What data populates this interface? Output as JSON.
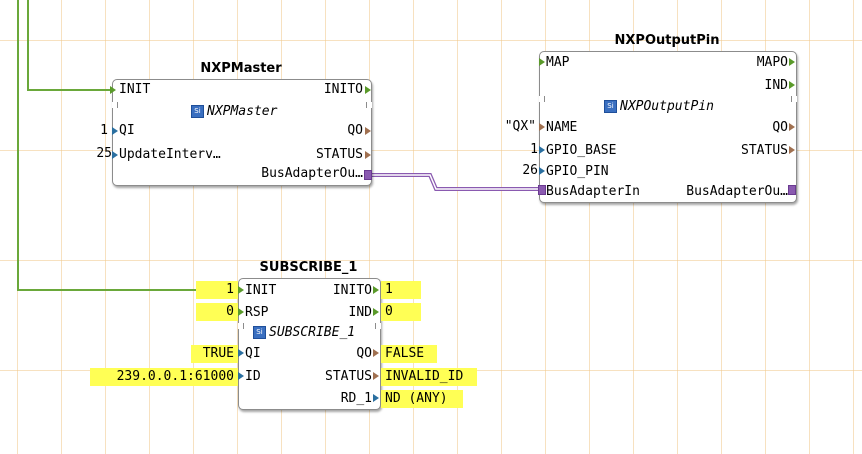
{
  "blocks": {
    "nxp_master": {
      "title": "NXPMaster",
      "type": "NXPMaster",
      "inputs": {
        "init": "INIT",
        "qi": "QI",
        "update_interval": "UpdateInterv…"
      },
      "outputs": {
        "inito": "INITO",
        "qo": "QO",
        "status": "STATUS",
        "bus_adapter_out": "BusAdapterOu…"
      },
      "constants": {
        "qi": "1",
        "update_interval": "25"
      }
    },
    "nxp_output_pin": {
      "title": "NXPOutputPin",
      "type": "NXPOutputPin",
      "inputs": {
        "map": "MAP",
        "name": "NAME",
        "gpio_base": "GPIO_BASE",
        "gpio_pin": "GPIO_PIN",
        "bus_adapter_in": "BusAdapterIn"
      },
      "outputs": {
        "mapo": "MAPO",
        "ind": "IND",
        "qo": "QO",
        "status": "STATUS",
        "bus_adapter_out": "BusAdapterOu…"
      },
      "constants": {
        "name": "\"QX\"",
        "gpio_base": "1",
        "gpio_pin": "26"
      }
    },
    "subscribe_1": {
      "title": "SUBSCRIBE_1",
      "type": "SUBSCRIBE_1",
      "inputs": {
        "init": "INIT",
        "rsp": "RSP",
        "qi": "QI",
        "id": "ID"
      },
      "outputs": {
        "inito": "INITO",
        "ind": "IND",
        "qo": "QO",
        "status": "STATUS",
        "rd_1": "RD_1"
      },
      "watch_inputs": {
        "init": "1",
        "rsp": "0",
        "qi": "TRUE",
        "id": "239.0.0.1:61000"
      },
      "watch_outputs": {
        "inito": "1",
        "ind": "0",
        "qo": "FALSE",
        "status": "INVALID_ID",
        "rd_1": "ND (ANY)"
      }
    }
  },
  "type_icon_label": "Si",
  "colors": {
    "event_connection": "#6aa83a",
    "adapter_connection": "#8a5ab0",
    "watch_highlight": "#ffff55",
    "grid": "#f0c88c"
  }
}
